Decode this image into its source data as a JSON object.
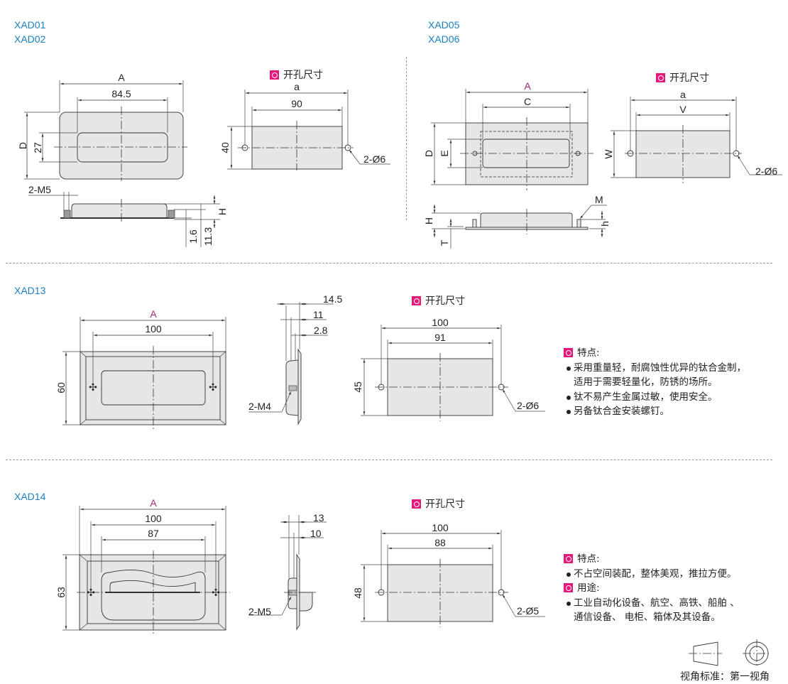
{
  "colors": {
    "label": "#1a7fc1",
    "accent": "#e5197a",
    "dim_letter": "#a0287a",
    "part_fill": "#e6e6e9"
  },
  "cutout_title": "开孔尺寸",
  "sections": {
    "xad01": {
      "models": [
        "XAD01",
        "XAD02"
      ],
      "dims": {
        "A": "A",
        "w1": "84.5",
        "D": "D",
        "h1": "27",
        "m": "2-M5",
        "H": "H",
        "t1": "1.6",
        "t2": "11.3",
        "a": "a",
        "cw": "90",
        "ch": "40",
        "hole": "2-Ø6"
      }
    },
    "xad05": {
      "models": [
        "XAD05",
        "XAD06"
      ],
      "dims": {
        "A": "A",
        "C": "C",
        "D": "D",
        "E": "E",
        "H": "H",
        "T": "T",
        "h": "h",
        "M": "M",
        "a": "a",
        "V": "V",
        "W": "W",
        "hole": "2-Ø6"
      }
    },
    "xad13": {
      "models": [
        "XAD13"
      ],
      "dims": {
        "A": "A",
        "w1": "100",
        "h": "60",
        "s1": "14.5",
        "s2": "11",
        "s3": "2.8",
        "m": "2-M4",
        "cw1": "100",
        "cw2": "91",
        "ch": "45",
        "hole": "2-Ø6"
      },
      "features_title": "特点:",
      "features": [
        "采用重量轻，耐腐蚀性优异的钛合金制，",
        "适用于需要轻量化，防锈的场所。",
        "钛不易产生金属过敏，使用安全。",
        "另备钛合金安装螺钉。"
      ]
    },
    "xad14": {
      "models": [
        "XAD14"
      ],
      "dims": {
        "A": "A",
        "w1": "100",
        "w2": "87",
        "h": "63",
        "s1": "13",
        "s2": "10",
        "m": "2-M5",
        "cw1": "100",
        "cw2": "88",
        "ch": "48",
        "hole": "2-Ø5"
      },
      "features_title": "特点:",
      "features": [
        "不占空间装配，整体美观，推拉方便。"
      ],
      "uses_title": "用途:",
      "uses": [
        "工业自动化设备、航空、高铁、船舶 、",
        "通信设备、 电柜、箱体及其设备。"
      ]
    }
  },
  "projection": {
    "caption": "视角标准：第一视角"
  }
}
